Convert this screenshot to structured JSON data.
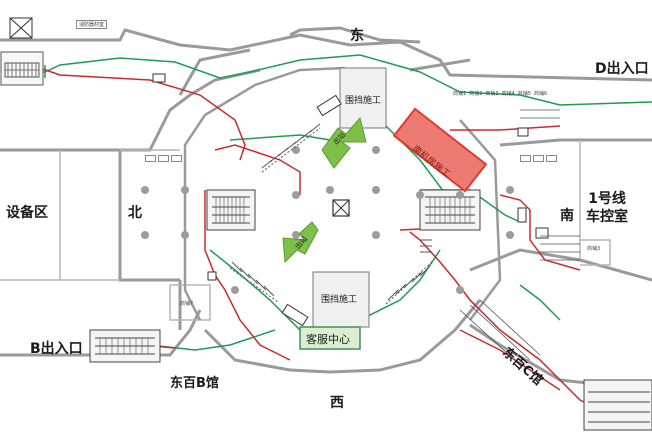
{
  "labels": {
    "east": "东",
    "west": "西",
    "south": "南",
    "north": "北",
    "d_exit": "D出入口",
    "b_exit": "B出入口",
    "equipment_area": "设备区",
    "line1_control_room": "1号线\n车控室",
    "dongbai_b": "东百B馆",
    "dongbai_c": "东百C馆",
    "customer_service": "客服中心",
    "construction_top": "围挡施工",
    "construction_bottom": "围挡施工",
    "construction_red": "南机房施工",
    "arrow_out_top": "出站",
    "arrow_out_bottom": "出站",
    "top_left_room": "消防器材室",
    "lower_left_room": "商铺7",
    "small_room_south": "商铺3",
    "shops_top": [
      "商铺1",
      "商铺2",
      "商铺3",
      "商铺4",
      "商铺5",
      "商铺6"
    ]
  },
  "colors": {
    "wall": "#9a9a9a",
    "wall_fill": "#f2f2f2",
    "green_route": "#1e9b57",
    "red_route": "#cc2b2b",
    "construction_red_fill": "#ee7b73",
    "construction_red_border": "#e03a2e",
    "arrow_green": "#7cc04a",
    "service_fill": "#d9efd0",
    "service_border": "#4a8a5c"
  }
}
